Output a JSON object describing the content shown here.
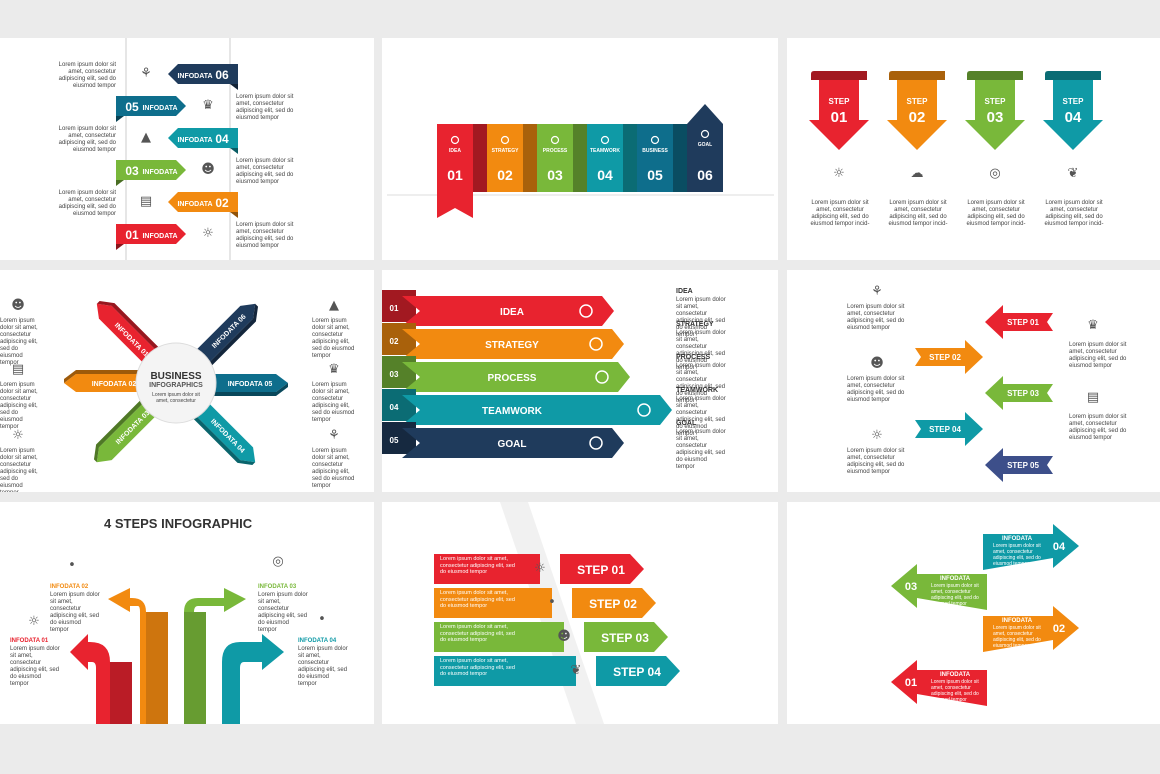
{
  "lorem_short": "Lorem ipsum dolor sit amet, consectetur adipiscing elit, sed do eiusmod tempor",
  "lorem_long": "Lorem ipsum dolor sit amet, consectetur adipiscing elit, sed do eiusmod tempor incid-",
  "colors": {
    "red": "#e8232f",
    "orange": "#f28a10",
    "green": "#79b83a",
    "teal": "#0f9aa6",
    "blue": "#0e6e8c",
    "navy": "#1f3b5c",
    "indigo": "#3d4f8a"
  },
  "s1": {
    "items": [
      {
        "num": "06",
        "label": "INFODATA",
        "color": "#1f3b5c",
        "icon": "plant-icon"
      },
      {
        "num": "05",
        "label": "INFODATA",
        "color": "#0e6e8c",
        "icon": "trophy-icon"
      },
      {
        "num": "04",
        "label": "INFODATA",
        "color": "#0f9aa6",
        "icon": "mountain-flag-icon"
      },
      {
        "num": "03",
        "label": "INFODATA",
        "color": "#79b83a",
        "icon": "head-gear-icon"
      },
      {
        "num": "02",
        "label": "INFODATA",
        "color": "#f28a10",
        "icon": "document-icon"
      },
      {
        "num": "01",
        "label": "INFODATA",
        "color": "#e8232f",
        "icon": "lightbulb-icon"
      }
    ]
  },
  "s2": {
    "items": [
      {
        "num": "01",
        "label": "IDEA",
        "color": "#e8232f"
      },
      {
        "num": "02",
        "label": "STRATEGY",
        "color": "#f28a10"
      },
      {
        "num": "03",
        "label": "PROCESS",
        "color": "#79b83a"
      },
      {
        "num": "04",
        "label": "TEAMWORK",
        "color": "#0f9aa6"
      },
      {
        "num": "05",
        "label": "BUSINESS",
        "color": "#0e6e8c"
      },
      {
        "num": "06",
        "label": "GOAL",
        "color": "#1f3b5c"
      }
    ]
  },
  "s3": {
    "items": [
      {
        "step": "STEP",
        "num": "01",
        "color": "#e8232f",
        "icon": "lightbulb-icon"
      },
      {
        "step": "STEP",
        "num": "02",
        "color": "#f28a10",
        "icon": "cloud-tools-icon"
      },
      {
        "step": "STEP",
        "num": "03",
        "color": "#79b83a",
        "icon": "coins-icon"
      },
      {
        "step": "STEP",
        "num": "04",
        "color": "#0f9aa6",
        "icon": "money-plant-icon"
      }
    ]
  },
  "s4": {
    "center_title": "BUSINESS",
    "center_sub": "INFOGRAPHICS",
    "center_text": "Lorem ipsum dolor sit amet, consectetur",
    "items": [
      {
        "label": "INFODATA 01",
        "color": "#e8232f"
      },
      {
        "label": "INFODATA 02",
        "color": "#f28a10"
      },
      {
        "label": "INFODATA 03",
        "color": "#79b83a"
      },
      {
        "label": "INFODATA 04",
        "color": "#0f9aa6"
      },
      {
        "label": "INFODATA 05",
        "color": "#0e6e8c"
      },
      {
        "label": "INFODATA 06",
        "color": "#1f3b5c"
      }
    ]
  },
  "s5": {
    "items": [
      {
        "num": "01",
        "label": "IDEA",
        "color": "#e8232f",
        "icon": "lightbulb-icon"
      },
      {
        "num": "02",
        "label": "STRATEGY",
        "color": "#f28a10",
        "icon": "gears-icon"
      },
      {
        "num": "03",
        "label": "PROCESS",
        "color": "#79b83a",
        "icon": "head-gear-icon"
      },
      {
        "num": "04",
        "label": "TEAMWORK",
        "color": "#0f9aa6",
        "icon": "globe-icon"
      },
      {
        "num": "05",
        "label": "GOAL",
        "color": "#1f3b5c",
        "icon": "rocket-icon"
      }
    ]
  },
  "s6": {
    "items": [
      {
        "label": "STEP 01",
        "color": "#e8232f",
        "icon": "plant-icon"
      },
      {
        "label": "STEP 02",
        "color": "#f28a10",
        "icon": "trophy-icon"
      },
      {
        "label": "STEP 03",
        "color": "#79b83a",
        "icon": "head-gear-icon"
      },
      {
        "label": "STEP 04",
        "color": "#0f9aa6",
        "icon": "document-icon"
      },
      {
        "label": "STEP 05",
        "color": "#3d4f8a",
        "icon": "lightbulb-icon"
      }
    ]
  },
  "s7": {
    "title": "4 STEPS INFOGRAPHIC",
    "items": [
      {
        "label": "INFODATA 01",
        "color": "#e8232f"
      },
      {
        "label": "INFODATA 02",
        "color": "#f28a10"
      },
      {
        "label": "INFODATA 03",
        "color": "#79b83a"
      },
      {
        "label": "INFODATA 04",
        "color": "#0f9aa6"
      }
    ]
  },
  "s8": {
    "items": [
      {
        "label": "STEP 01",
        "color": "#e8232f"
      },
      {
        "label": "STEP 02",
        "color": "#f28a10"
      },
      {
        "label": "STEP 03",
        "color": "#79b83a"
      },
      {
        "label": "STEP 04",
        "color": "#0f9aa6"
      }
    ]
  },
  "s9": {
    "items": [
      {
        "num": "01",
        "label": "INFODATA",
        "color": "#e8232f"
      },
      {
        "num": "02",
        "label": "INFODATA",
        "color": "#f28a10"
      },
      {
        "num": "03",
        "label": "INFODATA",
        "color": "#79b83a"
      },
      {
        "num": "04",
        "label": "INFODATA",
        "color": "#0f9aa6"
      }
    ]
  }
}
